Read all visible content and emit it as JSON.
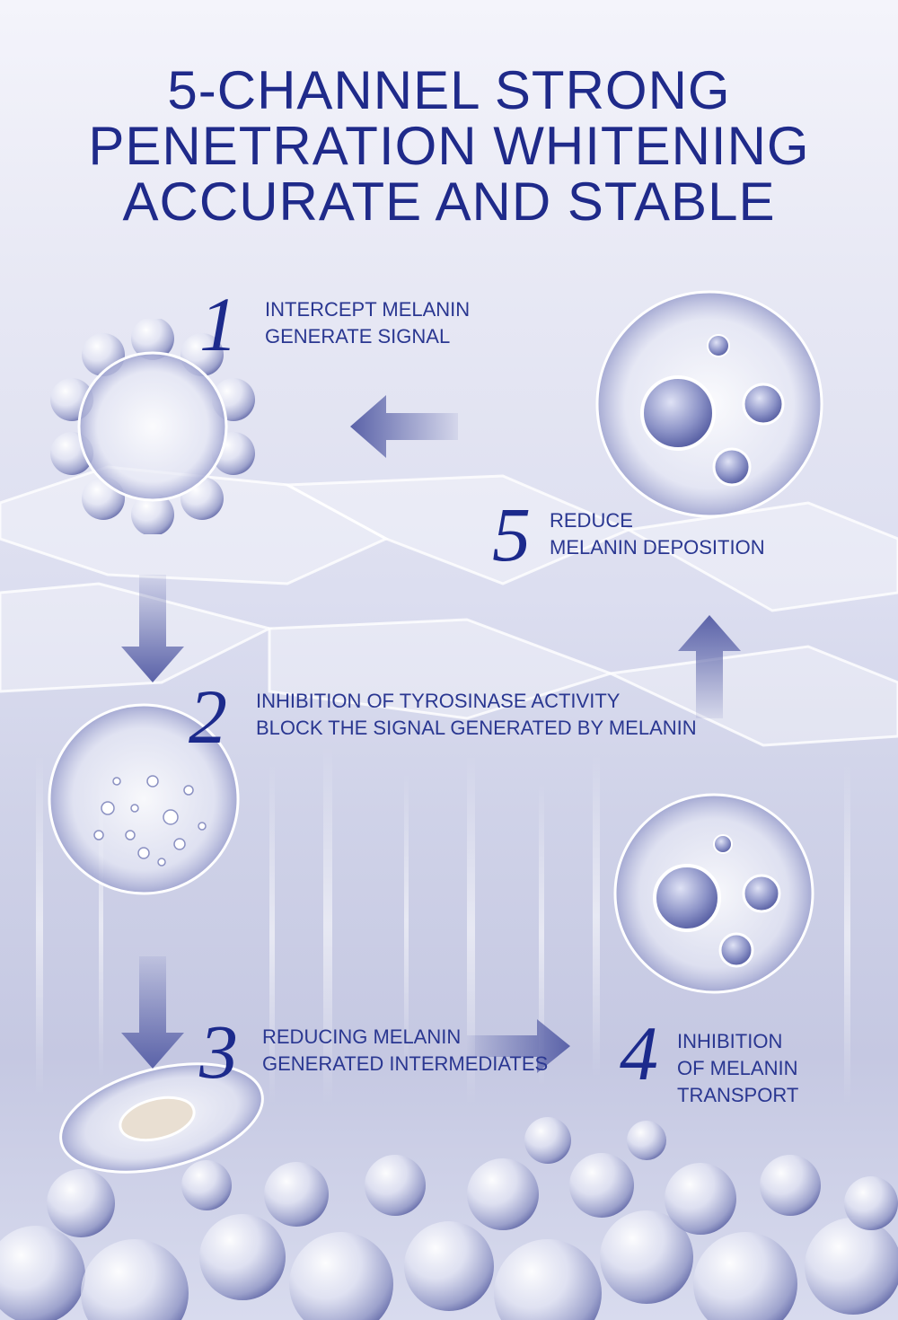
{
  "title": {
    "line1": "5-CHANNEL STRONG",
    "line2": "PENETRATION WHITENING",
    "line3": "ACCURATE AND STABLE"
  },
  "steps": [
    {
      "number": "1",
      "lines": [
        "INTERCEPT MELANIN",
        "GENERATE SIGNAL"
      ]
    },
    {
      "number": "2",
      "lines": [
        "INHIBITION OF TYROSINASE ACTIVITY",
        "BLOCK THE SIGNAL GENERATED BY MELANIN"
      ]
    },
    {
      "number": "3",
      "lines": [
        "REDUCING MELANIN",
        "GENERATED INTERMEDIATES"
      ]
    },
    {
      "number": "4",
      "lines": [
        "INHIBITION",
        "OF MELANIN",
        "TRANSPORT"
      ]
    },
    {
      "number": "5",
      "lines": [
        "REDUCE",
        "MELANIN DEPOSITION"
      ]
    }
  ],
  "colors": {
    "title": "#1f2a8a",
    "number": "#1c2a8c",
    "label": "#2a3791",
    "arrow": "#5a62a8"
  },
  "icons": {
    "arrow_left": "arrow-left-icon",
    "arrow_down": "arrow-down-icon",
    "arrow_right": "arrow-right-icon",
    "arrow_up": "arrow-up-icon"
  }
}
